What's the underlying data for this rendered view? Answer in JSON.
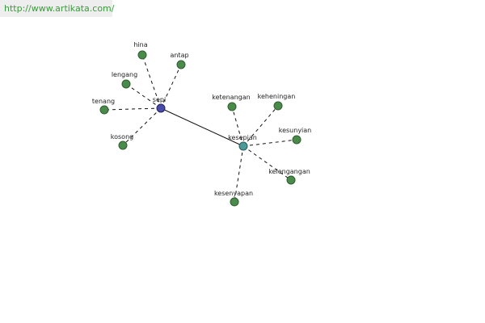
{
  "watermark": {
    "text": "http://www.artikata.com/"
  },
  "colors": {
    "leaf": "#4a8a4a",
    "leaf_stroke": "#2e5e2e",
    "center_primary": "#4a4aa8",
    "center_primary_stroke": "#23235e",
    "center_secondary": "#4a9a9a",
    "center_secondary_stroke": "#2a5a5a",
    "edge": "#111111",
    "watermark_bg": "#eeeeee",
    "watermark_text": "#3a9a3a"
  },
  "graph": {
    "nodes": [
      {
        "id": "sepi",
        "label": "sepi",
        "kind": "center_primary"
      },
      {
        "id": "kesepian",
        "label": "kesepian",
        "kind": "center_secondary"
      },
      {
        "id": "hina",
        "label": "hina",
        "kind": "leaf"
      },
      {
        "id": "antap",
        "label": "antap",
        "kind": "leaf"
      },
      {
        "id": "lengang",
        "label": "lengang",
        "kind": "leaf"
      },
      {
        "id": "tenang",
        "label": "tenang",
        "kind": "leaf"
      },
      {
        "id": "kosong",
        "label": "kosong",
        "kind": "leaf"
      },
      {
        "id": "ketenangan",
        "label": "ketenangan",
        "kind": "leaf"
      },
      {
        "id": "keheningan",
        "label": "keheningan",
        "kind": "leaf"
      },
      {
        "id": "kesunyian",
        "label": "kesunyian",
        "kind": "leaf"
      },
      {
        "id": "kelengangan",
        "label": "kelengangan",
        "kind": "leaf"
      },
      {
        "id": "kesenyapan",
        "label": "kesenyapan",
        "kind": "leaf"
      }
    ],
    "edges": [
      {
        "from": "sepi",
        "to": "kesepian",
        "style": "solid"
      },
      {
        "from": "sepi",
        "to": "hina",
        "style": "dashed"
      },
      {
        "from": "sepi",
        "to": "antap",
        "style": "dashed"
      },
      {
        "from": "sepi",
        "to": "lengang",
        "style": "dashed"
      },
      {
        "from": "sepi",
        "to": "tenang",
        "style": "dashed"
      },
      {
        "from": "sepi",
        "to": "kosong",
        "style": "dashed"
      },
      {
        "from": "kesepian",
        "to": "ketenangan",
        "style": "dashed"
      },
      {
        "from": "kesepian",
        "to": "keheningan",
        "style": "dashed"
      },
      {
        "from": "kesepian",
        "to": "kesunyian",
        "style": "dashed"
      },
      {
        "from": "kesepian",
        "to": "kelengangan",
        "style": "dashed"
      },
      {
        "from": "kesepian",
        "to": "kesenyapan",
        "style": "dashed"
      }
    ]
  }
}
